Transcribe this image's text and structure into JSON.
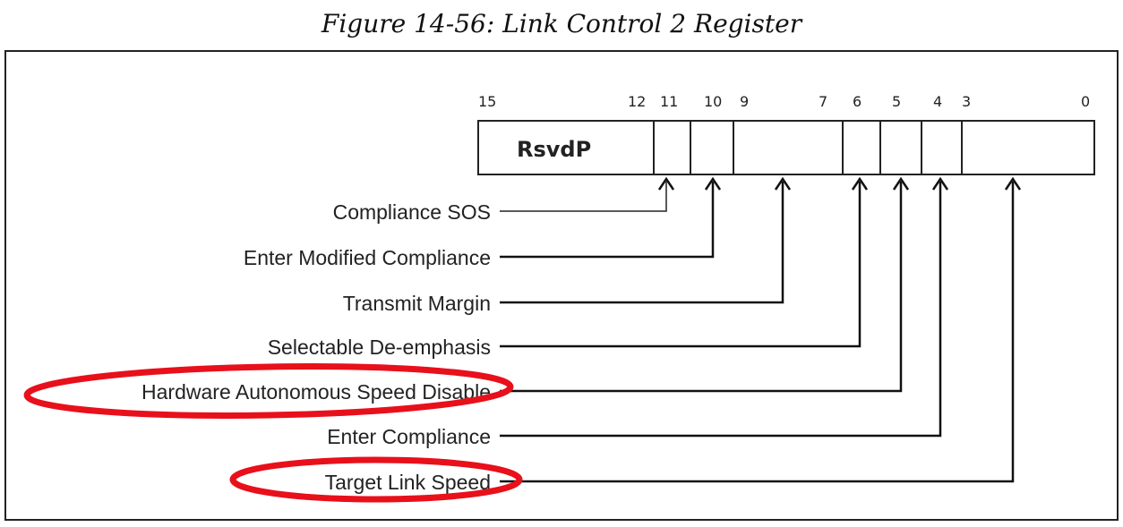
{
  "figure": {
    "caption": "Figure 14-56: Link Control 2 Register",
    "bit_numbers": [
      "15",
      "12",
      "11",
      "10",
      "9",
      "7",
      "6",
      "5",
      "4",
      "3",
      "0"
    ],
    "reserved_label": "RsvdP",
    "fields": [
      {
        "label": "Compliance SOS",
        "highlighted": false
      },
      {
        "label": "Enter Modified Compliance",
        "highlighted": false
      },
      {
        "label": "Transmit Margin",
        "highlighted": false
      },
      {
        "label": "Selectable De-emphasis",
        "highlighted": false
      },
      {
        "label": "Hardware Autonomous Speed Disable",
        "highlighted": true
      },
      {
        "label": "Enter Compliance",
        "highlighted": false
      },
      {
        "label": "Target Link Speed",
        "highlighted": true
      }
    ],
    "highlight_color": "#e8101a"
  }
}
